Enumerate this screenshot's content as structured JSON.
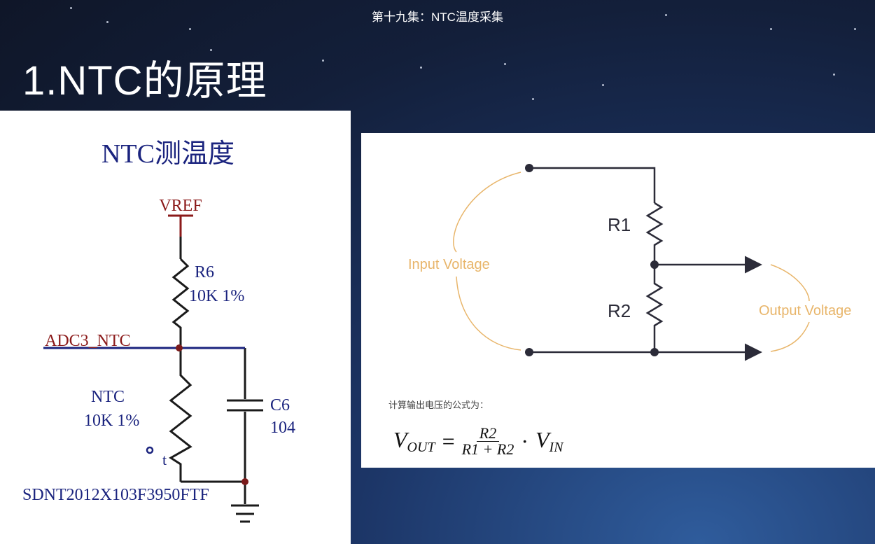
{
  "video": {
    "episode_title": "第十九集：NTC温度采集"
  },
  "slide": {
    "title": "1.NTC的原理",
    "schematic": {
      "heading": "NTC测温度",
      "vref": "VREF",
      "r6_name": "R6",
      "r6_value": "10K 1%",
      "net": "ADC3_NTC",
      "ntc_name": "NTC",
      "ntc_value": "10K 1%",
      "c6_name": "C6",
      "c6_value": "104",
      "temp_symbol": "t",
      "part_number": "SDNT2012X103F3950FTF"
    },
    "divider": {
      "r1": "R1",
      "r2": "R2",
      "input_label": "Input Voltage",
      "output_label": "Output Voltage",
      "caption": "计算输出电压的公式为：",
      "formula": {
        "lhs_v": "V",
        "lhs_sub": "OUT",
        "eq": "=",
        "num": "R2",
        "den": "R1 + R2",
        "dot": "·",
        "rhs_v": "V",
        "rhs_sub": "IN"
      }
    }
  },
  "colors": {
    "wire_schematic": "#1a237e",
    "label_red": "#8b1a1a",
    "divider_wire": "#2b2b38",
    "arc_orange": "#e8b56a"
  }
}
